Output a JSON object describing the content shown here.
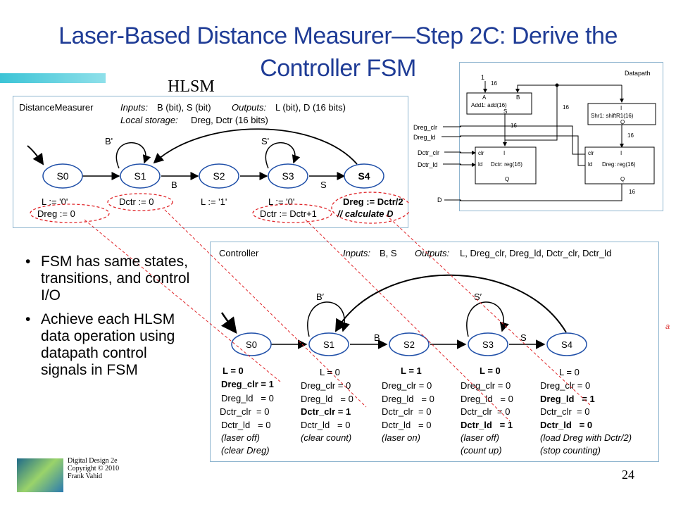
{
  "title_line1": "Laser-Based Distance Measurer—Step 2C: Derive the",
  "title_line2": "Controller FSM",
  "hlsm_label": "HLSM",
  "hlsm": {
    "name": "DistanceMeasurer",
    "inputs_kw": "Inputs:",
    "inputs": "B (bit), S (bit)",
    "outputs_kw": "Outputs:",
    "outputs": "L (bit), D (16 bits)",
    "local_kw": "Local storage:",
    "local": "Dreg, Dctr (16 bits)",
    "states": [
      "S0",
      "S1",
      "S2",
      "S3",
      "S4"
    ],
    "loop_b": "B'",
    "loop_s": "S'",
    "trans_b": "B",
    "trans_s": "S",
    "s0_act1": "L := '0'",
    "s0_act2": "Dreg := 0",
    "s1_act1": "Dctr := 0",
    "s2_act1": "L := '1'",
    "s3_act1": "L := '0'",
    "s3_act2": "Dctr := Dctr+1",
    "s4_act1": "Dreg := Dctr/2",
    "s4_act2": "// calculate D"
  },
  "datapath": {
    "title": "Datapath",
    "const_one": "1",
    "w16": "16",
    "add_a": "A",
    "add_b": "B",
    "add_name": "Add1: add(16)",
    "add_s": "S",
    "shr_i": "I",
    "shr_name": "Shr1: shiftR1(16)",
    "shr_q": "Q",
    "dctr_clr_port": "clr",
    "dctr_ld_port": "ld",
    "dctr_i": "I",
    "dctr_name": "Dctr: reg(16)",
    "dctr_q": "Q",
    "dreg_clr_port": "clr",
    "dreg_ld_port": "ld",
    "dreg_i": "I",
    "dreg_name": "Dreg: reg(16)",
    "dreg_q": "Q",
    "sig_dreg_clr": "Dreg_clr",
    "sig_dreg_ld": "Dreg_ld",
    "sig_dctr_clr": "Dctr_clr",
    "sig_dctr_ld": "Dctr_ld",
    "sig_d": "D"
  },
  "controller": {
    "name": "Controller",
    "inputs_kw": "Inputs:",
    "inputs": "B, S",
    "outputs_kw": "Outputs:",
    "outputs": "L, Dreg_clr, Dreg_ld, Dctr_clr, Dctr_ld",
    "states": [
      "S0",
      "S1",
      "S2",
      "S3",
      "S4"
    ],
    "loop_b": "B′",
    "loop_s": "S′",
    "trans_b": "B",
    "trans_s": "S",
    "cols": [
      {
        "l": "L = 0",
        "l_bold": true,
        "dreg_clr": "Dreg_clr = 1",
        "dreg_clr_bold": true,
        "dreg_ld": "Dreg_ld   = 0",
        "dreg_ld_bold": false,
        "dctr_clr": "Dctr_clr  = 0",
        "dctr_clr_bold": false,
        "dctr_ld": "Dctr_ld   = 0",
        "dctr_ld_bold": false,
        "note1": "(laser off)",
        "note2": "(clear Dreg)"
      },
      {
        "l": "L = 0",
        "l_bold": false,
        "dreg_clr": "Dreg_clr = 0",
        "dreg_clr_bold": false,
        "dreg_ld": "Dreg_ld   = 0",
        "dreg_ld_bold": false,
        "dctr_clr": "Dctr_clr = 1",
        "dctr_clr_bold": true,
        "dctr_ld": "Dctr_ld   = 0",
        "dctr_ld_bold": false,
        "note1": "(clear count)",
        "note2": ""
      },
      {
        "l": "L = 1",
        "l_bold": true,
        "dreg_clr": "Dreg_clr = 0",
        "dreg_clr_bold": false,
        "dreg_ld": "Dreg_ld   = 0",
        "dreg_ld_bold": false,
        "dctr_clr": "Dctr_clr  = 0",
        "dctr_clr_bold": false,
        "dctr_ld": "Dctr_ld   = 0",
        "dctr_ld_bold": false,
        "note1": "(laser on)",
        "note2": ""
      },
      {
        "l": "L = 0",
        "l_bold": true,
        "dreg_clr": "Dreg_clr = 0",
        "dreg_clr_bold": false,
        "dreg_ld": "Dreg_ld   = 0",
        "dreg_ld_bold": false,
        "dctr_clr": "Dctr_clr  = 0",
        "dctr_clr_bold": false,
        "dctr_ld": "Dctr_ld   = 1",
        "dctr_ld_bold": true,
        "note1": "(laser off)",
        "note2": "(count up)"
      },
      {
        "l": "L = 0",
        "l_bold": false,
        "dreg_clr": "Dreg_clr = 0",
        "dreg_clr_bold": false,
        "dreg_ld": "Dreg_ld   = 1",
        "dreg_ld_bold": true,
        "dctr_clr": "Dctr_clr  = 0",
        "dctr_clr_bold": false,
        "dctr_ld": "Dctr_ld   = 0",
        "dctr_ld_bold": true,
        "note1": "(load Dreg with Dctr/2)",
        "note2": "(stop counting)"
      }
    ]
  },
  "bullets": [
    "FSM has same states, transitions, and control I/O",
    "Achieve each HLSM data operation using datapath control signals in FSM"
  ],
  "footer": {
    "line1": "Digital Design 2e",
    "line2": "Copyright © 2010",
    "line3": "Frank Vahid"
  },
  "page_number": "24",
  "stray_mark": "a",
  "colors": {
    "title": "#1f3c96",
    "state_stroke": "#1f4fa8",
    "panel_border": "#8fb5cf",
    "dashed_red": "#e0262a"
  }
}
